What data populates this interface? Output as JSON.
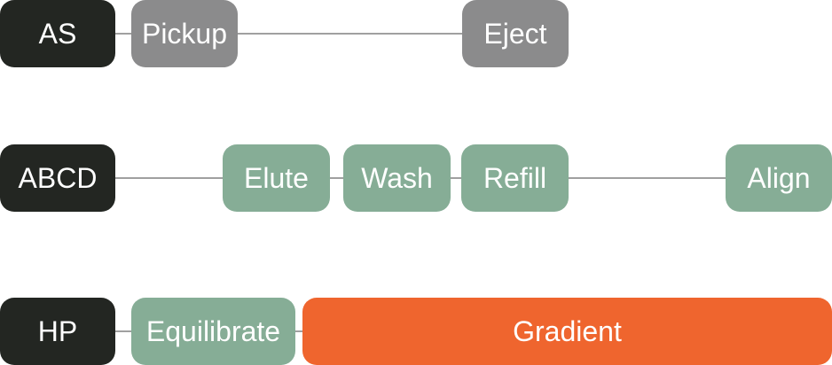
{
  "colors": {
    "label_bg": "#232622",
    "gray_step": "#8b8b8c",
    "green_step": "#86ad96",
    "orange_step": "#ef652e",
    "connector": "#a0a0a0"
  },
  "lanes": [
    {
      "label": "AS",
      "steps": [
        {
          "text": "Pickup",
          "color": "gray"
        },
        {
          "text": "Eject",
          "color": "gray"
        }
      ]
    },
    {
      "label": "ABCD",
      "steps": [
        {
          "text": "Elute",
          "color": "green"
        },
        {
          "text": "Wash",
          "color": "green"
        },
        {
          "text": "Refill",
          "color": "green"
        },
        {
          "text": "Align",
          "color": "green"
        }
      ]
    },
    {
      "label": "HP",
      "steps": [
        {
          "text": "Equilibrate",
          "color": "green"
        },
        {
          "text": "Gradient",
          "color": "orange"
        }
      ]
    }
  ]
}
